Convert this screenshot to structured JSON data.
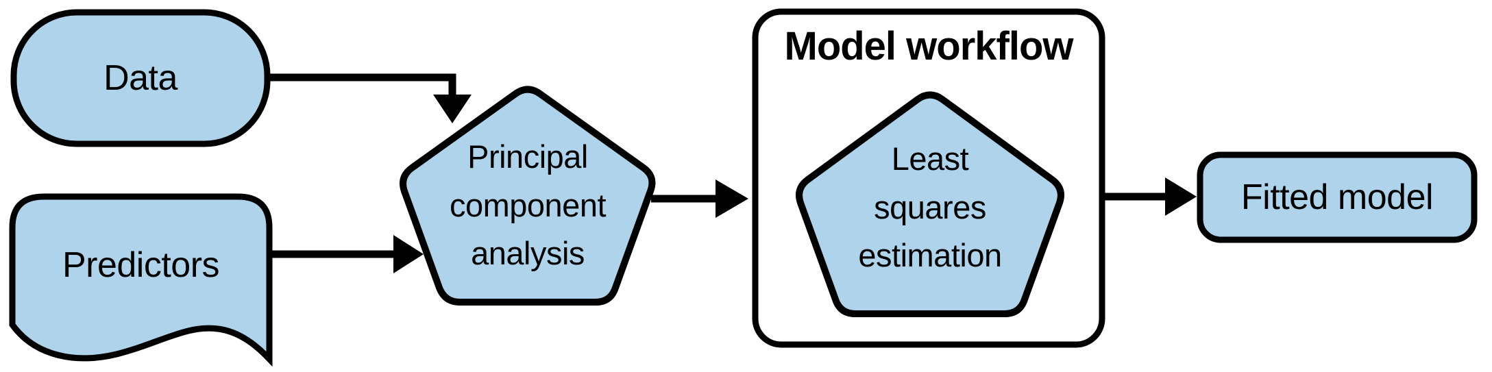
{
  "diagram": {
    "colors": {
      "background": "#FFFFFF",
      "shape_fill": "#AED3EA",
      "stroke": "#000000",
      "text": "#000000"
    },
    "nodes": {
      "data": {
        "label": "Data",
        "shape": "rounded-box"
      },
      "predictors": {
        "label": "Predictors",
        "shape": "document"
      },
      "pca": {
        "label": "Principal\ncomponent\nanalysis",
        "shape": "pentagon"
      },
      "model_workflow": {
        "title": "Model workflow",
        "shape": "container-box"
      },
      "least_squares": {
        "label": "Least\nsquares\nestimation",
        "shape": "pentagon"
      },
      "fitted_model": {
        "label": "Fitted model",
        "shape": "rounded-box"
      }
    },
    "edges": [
      {
        "from": "data",
        "to": "pca"
      },
      {
        "from": "predictors",
        "to": "pca"
      },
      {
        "from": "pca",
        "to": "model_workflow"
      },
      {
        "from": "model_workflow",
        "to": "fitted_model"
      }
    ]
  }
}
